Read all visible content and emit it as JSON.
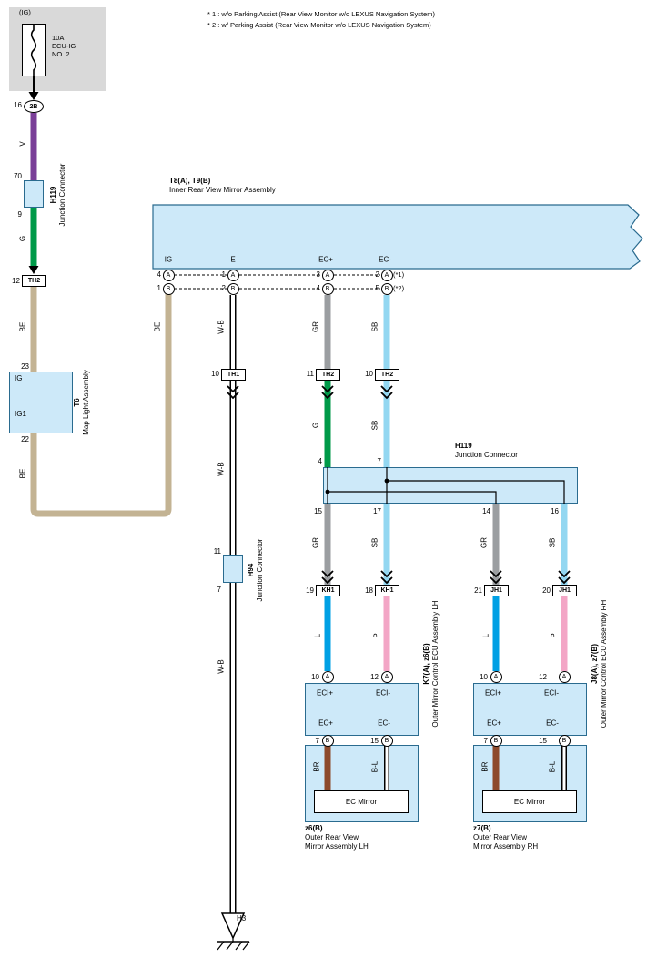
{
  "notes": {
    "n1": "* 1 : w/o Parking Assist (Rear View Monitor w/o LEXUS Navigation System)",
    "n2": "* 2 : w/ Parking Assist (Rear View Monitor w/o LEXUS Navigation System)"
  },
  "power": {
    "circuit": "(IG)",
    "fuse_amp": "10A",
    "fuse_name1": "ECU-IG",
    "fuse_name2": "NO. 2",
    "pin": "16",
    "conn": "2B"
  },
  "wire": {
    "v": "V",
    "g": "G",
    "be": "BE",
    "wb": "W-B",
    "gr": "GR",
    "sb": "SB",
    "l": "L",
    "p": "P",
    "br": "BR",
    "bl": "B-L"
  },
  "jc_small": {
    "pin_top": "70",
    "code": "H119",
    "name": "Junction Connector",
    "pin_bottom": "9"
  },
  "th2_left": {
    "pin": "12",
    "code": "TH2"
  },
  "maplight": {
    "pin_top": "23",
    "t1": "IG",
    "t2": "IG1",
    "code": "T6",
    "name": "Map Light Assembly",
    "pin_bottom": "22"
  },
  "imr": {
    "code": "T8(A), T9(B)",
    "name": "Inner Rear View Mirror Assembly",
    "t_ig": "IG",
    "t_e": "E",
    "t_ecp": "EC+",
    "t_ecm": "EC-",
    "la": "A",
    "lb": "B",
    "a1": "4",
    "a2": "1",
    "a3": "3",
    "a4": "2",
    "b1": "1",
    "b2": "2",
    "b3": "4",
    "b4": "5",
    "ref1": "(*1)",
    "ref2": "(*2)"
  },
  "th1": {
    "pin": "10",
    "code": "TH1"
  },
  "th2_ecp": {
    "pin": "11",
    "code": "TH2"
  },
  "th2_ecm": {
    "pin": "10",
    "code": "TH2"
  },
  "h94": {
    "pin_top": "11",
    "code": "H94",
    "name": "Junction Connector",
    "pin_bottom": "7"
  },
  "jc_main": {
    "code": "H119",
    "name": "Junction Connector",
    "p4": "4",
    "p7": "7",
    "p15": "15",
    "p17": "17",
    "p14": "14",
    "p16": "16"
  },
  "kh1a": {
    "pin": "19",
    "code": "KH1"
  },
  "kh1b": {
    "pin": "18",
    "code": "KH1"
  },
  "jh1a": {
    "pin": "21",
    "code": "JH1"
  },
  "jh1b": {
    "pin": "20",
    "code": "JH1"
  },
  "ecu": {
    "t_eci_p": "ECI+",
    "t_eci_m": "ECI-",
    "t_ec_p": "EC+",
    "t_ec_m": "EC-",
    "pin_eci_p": "10",
    "pin_eci_m": "12",
    "pin_ec_p": "7",
    "pin_ec_m": "15",
    "la": "A",
    "lb": "B"
  },
  "ecu_lh": {
    "code": "K7(A), z6(B)",
    "name": "Outer Mirror Control ECU Assembly LH"
  },
  "ecu_rh": {
    "code": "J8(A), z7(B)",
    "name": "Outer Mirror Control ECU Assembly RH"
  },
  "mir_lh": {
    "code": "z6(B)",
    "n1": "Outer Rear View",
    "n2": "Mirror Assembly LH"
  },
  "mir_rh": {
    "code": "z7(B)",
    "n1": "Outer Rear View",
    "n2": "Mirror Assembly RH"
  },
  "ec_mirror": "EC Mirror",
  "ground": {
    "code": "H3"
  },
  "colors": {
    "box_fill": "#cde9f9",
    "box_border": "#2a6b8f",
    "panel": "#d9d9d9",
    "violet": "#7a3f98",
    "green": "#009a49",
    "beige": "#c3b393",
    "gray": "#9b9ea1",
    "sky_blue": "#93d7f1",
    "blue": "#00a0e4",
    "pink": "#f3a6c6",
    "brown": "#8d4a2c"
  }
}
